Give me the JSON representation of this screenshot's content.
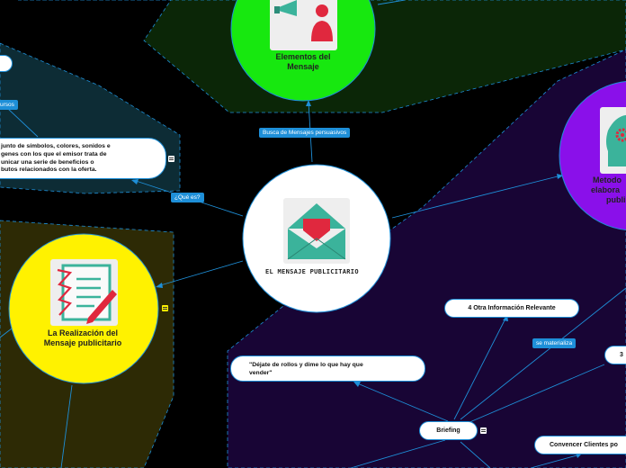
{
  "central": {
    "title": "EL MENSAJE PUBLICITARIO"
  },
  "topics": {
    "elementos": "Elementos del Mensaje",
    "realizacion": "La Realización del Mensaje publicitario",
    "metodo_lines": [
      "Metodo",
      "elabora",
      "publi"
    ]
  },
  "tags": {
    "busca": "Busca de Mensajes persuasivos",
    "que_es": "¿Qué es?",
    "recursos": "ursos",
    "se_materializa": "se materializa"
  },
  "definition": {
    "lines": [
      "junto de símbolos, colores, sonidos e",
      "genes con los que el emisor trata de",
      "unicar una serie de beneficios o",
      "butos relacionados con la oferta."
    ]
  },
  "subtopics": {
    "briefing": "Briefing",
    "otra_info": "4 Otra Información Relevante",
    "dejate_lines": [
      "\"Déjate de rollos y dime lo que hay que",
      "vender\""
    ],
    "convencer": "Convencer Clientes po",
    "three": "3"
  },
  "colors": {
    "dark_green": "#0b2607",
    "dark_teal": "#0d2c35",
    "olive": "#2d2a05",
    "purple": "#180535",
    "green_circle": "#17e80f",
    "yellow_circle": "#fff200",
    "purple_circle": "#8a10ea",
    "connector": "#1e8fd8"
  },
  "icons": [
    "megaphone-person-icon",
    "envelope-heart-icon",
    "checklist-pencil-icon",
    "head-gear-icon"
  ]
}
